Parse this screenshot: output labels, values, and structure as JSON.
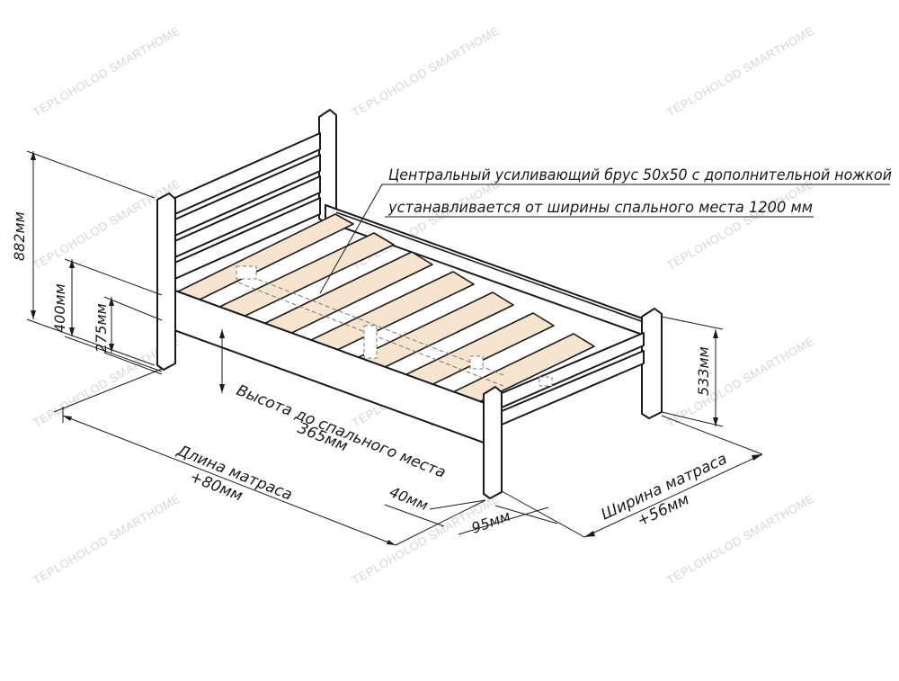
{
  "watermark": "TEPLOHOLOD SMARTHOME",
  "note_line1": "Центральный усиливающий брус 50х50 с дополнительной ножкой",
  "note_line2": "устанавливается от ширины спального места 1200 мм",
  "dims": {
    "total_height": "882мм",
    "rail_height": "400мм",
    "leg_height": "275мм",
    "foot_height": "533мм",
    "sleep_height_label": "Высота до спального места",
    "sleep_height_value": "365мм",
    "length_label": "Длина матраса",
    "length_value": "+80мм",
    "width_label": "Ширина матраса",
    "width_value": "+56мм",
    "offset_40": "40мм",
    "offset_95": "95мм"
  },
  "colors": {
    "slat": "#f6e4cf",
    "line": "#1a1a1a",
    "watermark": "#d6d6d6"
  }
}
